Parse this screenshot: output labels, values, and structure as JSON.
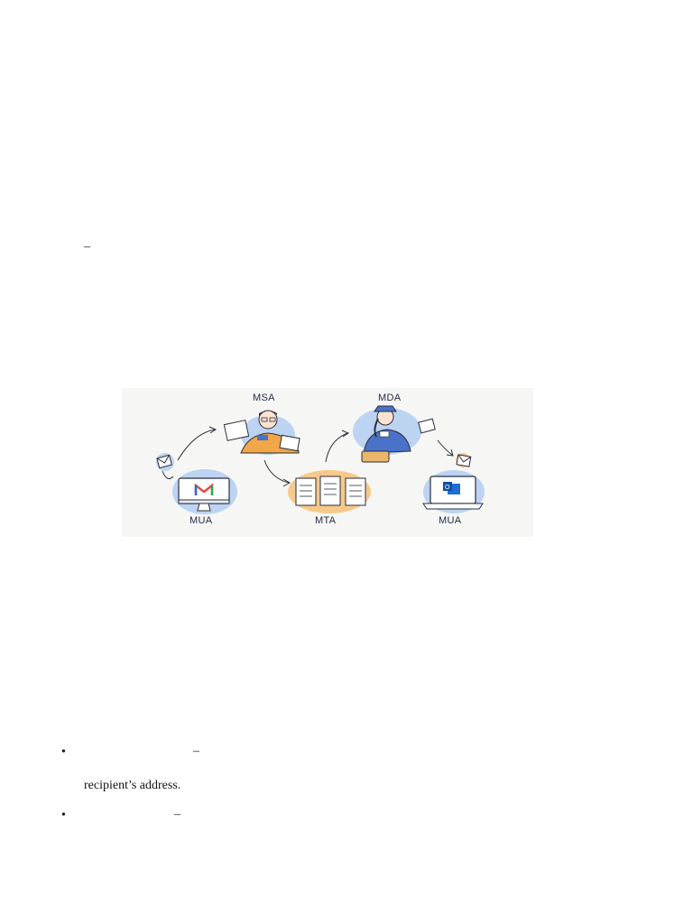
{
  "doc": {
    "dash_1": "–",
    "bullet_symbol": "•",
    "bullet_1_dash": "–",
    "bullet_1_continuation": "recipient’s address.",
    "bullet_2_dash": "–"
  },
  "diagram": {
    "labels": {
      "msa": "MSA",
      "mda": "MDA",
      "mua_sender": "MUA",
      "mta": "MTA",
      "mua_receiver": "MUA"
    },
    "colors": {
      "background": "#f6f6f4",
      "blob_blue": "#bcd3f2",
      "blob_orange": "#f6c98a",
      "line": "#2a2f3a",
      "msa_shirt": "#f1a64a",
      "mda_uniform": "#4a72c8",
      "gmail_red": "#e5483b",
      "outlook_blue": "#1f6fd1"
    },
    "icons": [
      "envelope-icon",
      "gmail-logo",
      "outlook-logo",
      "server-icon",
      "mail-carrier",
      "mail-clerk"
    ]
  }
}
